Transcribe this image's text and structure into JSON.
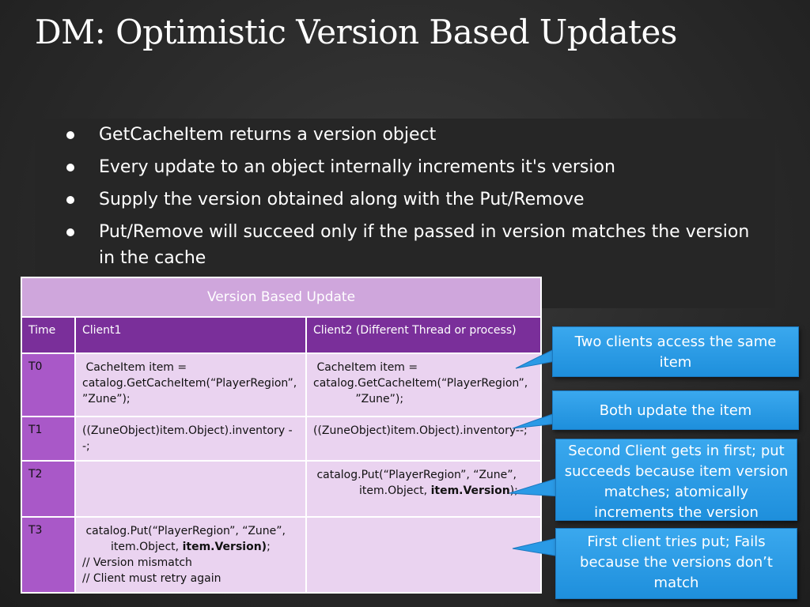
{
  "title": "DM:  Optimistic Version Based Updates",
  "bullets": [
    "GetCacheItem returns a version object",
    "Every update to an object internally increments it's version",
    "Supply the version obtained along with the Put/Remove",
    "Put/Remove will succeed only if the passed in version matches the version in the cache"
  ],
  "table": {
    "title": "Version Based Update",
    "headers": [
      "Time",
      "Client1",
      "Client2 (Different Thread or process)"
    ],
    "rows": [
      {
        "time": "T0",
        "client1": " CacheItem item = \ncatalog.GetCacheItem(“PlayerRegion”, ”Zune”);",
        "client2": " CacheItem item = \ncatalog.GetCacheItem(“PlayerRegion”,\n            ”Zune”);"
      },
      {
        "time": "T1",
        "client1": "((ZuneObject)item.Object).inventory --;",
        "client2": "((ZuneObject)item.Object).inventory--;"
      },
      {
        "time": "T2",
        "client1": "",
        "client2_line1": " catalog.Put(“PlayerRegion”, “Zune”,",
        "client2_pre": "item.Object, ",
        "client2_bold": "item.Version",
        "client2_post": ");"
      },
      {
        "time": "T3",
        "client1_line1": " catalog.Put(“PlayerRegion”, “Zune”,",
        "client1_pre": "item.Object, ",
        "client1_bold": "item.Version)",
        "client1_post": ";",
        "client1_line3": "// Version mismatch",
        "client1_line4": "// Client must retry again",
        "client2": ""
      }
    ]
  },
  "callouts": [
    "Two clients access the same item",
    "Both update the item",
    "Second Client gets in first; put succeeds because item version matches; atomically increments the version",
    "First client tries put; Fails because the versions don’t match"
  ],
  "colors": {
    "callout": "#1e8fdc",
    "table_header": "#7a2f9a",
    "table_time": "#a958c8",
    "table_cell": "#ead3f0",
    "table_title": "#cfa6dc"
  }
}
